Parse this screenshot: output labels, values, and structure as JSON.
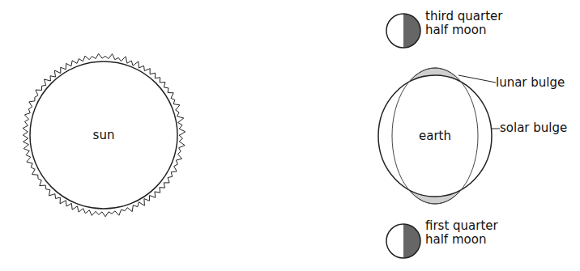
{
  "diagram": {
    "nodes": [
      {
        "text": [
          "sun"
        ]
      },
      {
        "text": [
          "earth"
        ]
      }
    ],
    "labels": [
      "third quarter half moon",
      "lunar bulge",
      "solar bulge",
      "first quarter half moon"
    ]
  }
}
